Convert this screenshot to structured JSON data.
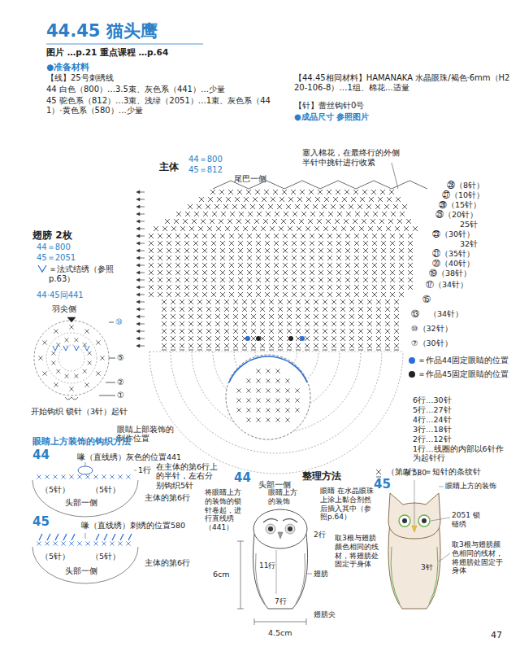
{
  "diagram": {
    "title": "44.45 猫头鹰",
    "labels": [
      "图片 …p.21  重点课程 …p.64",
      "●准备材料",
      "【线】25号刺绣线",
      "44 白色（800）…3.5束、灰色系（441）…少量",
      "45 驼色系（812）…3束、浅绿（2051）…1束、灰色系（441）·黄色系（580）…少量",
      "【44.45相同材料】HAMANAKA 水晶眼珠/褐色·6mm（H220-106-8）…1组、棉花…适量",
      "【针】蕾丝钩针0号",
      "●成品尺寸 参照图片",
      "主体",
      "44＝800",
      "45＝812",
      "尾巴一侧",
      "塞入棉花，在最终行的外侧半针中挑针进行收紧",
      "㉘（8针）",
      "㉗（10针）",
      "㉖（15针）",
      "㉕（20针）",
      "25针",
      "㉓（30针）",
      "32针",
      "㉑（35针）",
      "⑳（40针）",
      "⑲（38针）",
      "⑰（34针）",
      "⑮",
      "⑬",
      "（34针）",
      "⑩（32针）",
      "⑦（30针）",
      "6行…30针",
      "5行…27针",
      "4行…24针",
      "3行…18针",
      "2行…12针",
      "1行…线圈的内部以6针作为起针行",
      "（第7行）＝短针的条纹针",
      "头部一侧",
      "眼睛上部装饰的制作位置",
      "翅膀 2枚",
      "44＝800",
      "45＝2051",
      "＝法式结绣（参照p.63）",
      "44·45同441",
      "羽尖侧",
      "⑩",
      "⑤",
      "②",
      "①",
      "开始钩织 锁针（3针）起针",
      "眼睛上方装饰的钩织方法",
      "44",
      "喙（直线绣）灰色的位置441",
      "1行",
      "在主体的第6行上的半针，左右分别钩织5针",
      "（5针）",
      "（5针）",
      "头部一侧",
      "主体的第6行",
      "45",
      "喙（直线绣）刺绣的位置580",
      "（5针）",
      "（5针）",
      "头部一侧",
      "主体的第6行",
      "整理方法",
      "44",
      "将眼睛上方的装饰的锁针卷起，进行直线绣（441）",
      "眼睛上方的装饰",
      "眼睛 在水晶眼珠上涂上黏合剂然后插入其中（参照p.64）",
      "2行",
      "6cm",
      "11行",
      "翅膀",
      "取3根与翅膀颜色相同的线材，将翅膀处固定于身体",
      "翅膀尖",
      "7行",
      "4.5cm",
      "45",
      "喙 580",
      "眼睛上方的装饰",
      "2051 锁链绣",
      "3针",
      "取3根与翅膀颜色相同的线材，将翅膀处固定于身体",
      "47"
    ],
    "legend": [
      {
        "text": "＝作品44固定眼睛的位置",
        "color": "#2b6fd6"
      },
      {
        "text": "＝作品45固定眼睛的位置",
        "color": "#222222"
      }
    ]
  }
}
